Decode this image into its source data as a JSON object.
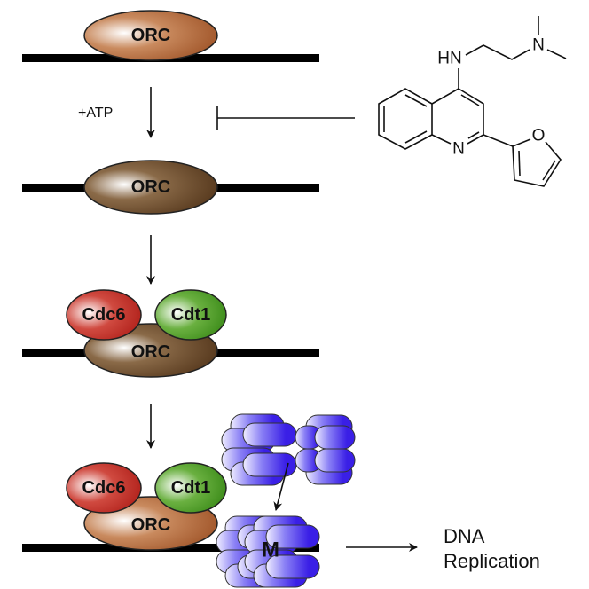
{
  "labels": {
    "orc": "ORC",
    "cdc6": "Cdc6",
    "cdt1": "Cdt1",
    "mcm": "M",
    "atp": "+ATP",
    "outcome_line1": "DNA",
    "outcome_line2": "Replication"
  },
  "molecule": {
    "atoms": {
      "hn": "HN",
      "n_amine": "N",
      "n_ring": "N",
      "o_furan": "O"
    }
  },
  "colors": {
    "orc_light": "#b0683a",
    "orc_dark": "#6b4a2a",
    "cdc6": "#c0302a",
    "cdt1": "#4a9a20",
    "mcm": "#3a1fe6",
    "dna": "#000000"
  }
}
